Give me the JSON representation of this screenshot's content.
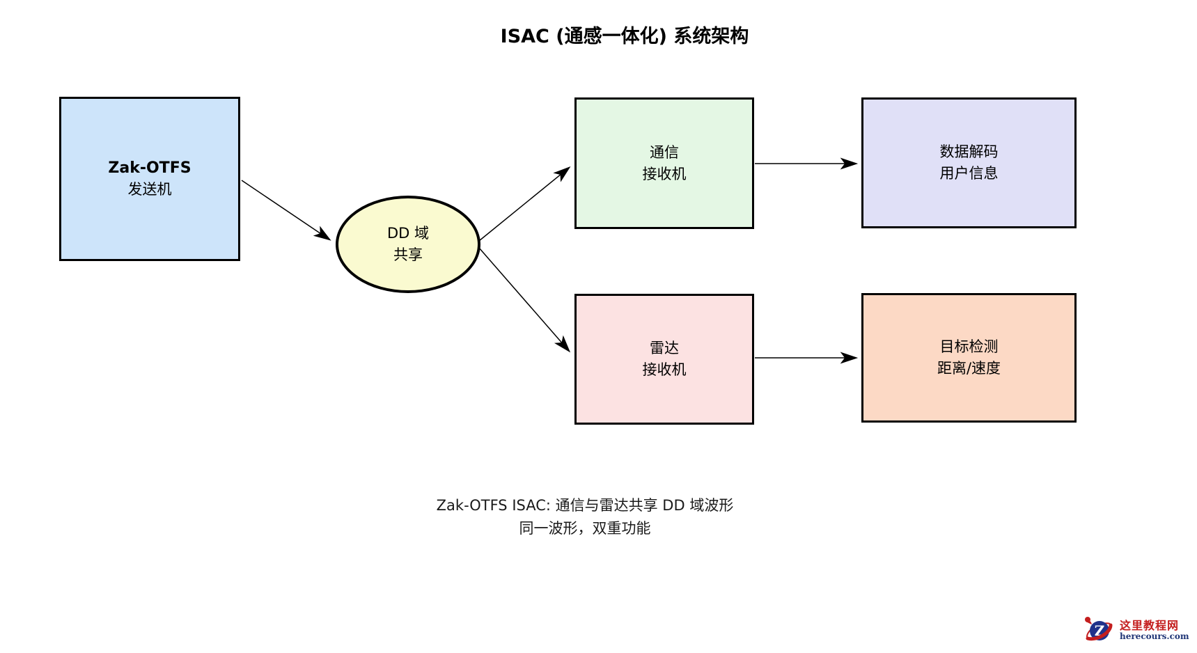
{
  "title": "ISAC (通感一体化) 系统架构",
  "nodes": {
    "transmitter": {
      "line1": "Zak-OTFS",
      "line2": "发送机",
      "fill": "#cde4fa",
      "shape": "rect"
    },
    "dd_domain": {
      "line1": "DD 域",
      "line2": "共享",
      "fill": "#fafad0",
      "shape": "ellipse"
    },
    "comm_receiver": {
      "line1": "通信",
      "line2": "接收机",
      "fill": "#e4f7e4",
      "shape": "rect"
    },
    "data_decode": {
      "line1": "数据解码",
      "line2": "用户信息",
      "fill": "#e0e0f7",
      "shape": "rect"
    },
    "radar_receiver": {
      "line1": "雷达",
      "line2": "接收机",
      "fill": "#fce2e2",
      "shape": "rect"
    },
    "target_detect": {
      "line1": "目标检测",
      "line2": "距离/速度",
      "fill": "#fcd9c5",
      "shape": "rect"
    }
  },
  "edges": [
    {
      "from": "transmitter",
      "to": "dd_domain"
    },
    {
      "from": "dd_domain",
      "to": "comm_receiver"
    },
    {
      "from": "dd_domain",
      "to": "radar_receiver"
    },
    {
      "from": "comm_receiver",
      "to": "data_decode"
    },
    {
      "from": "radar_receiver",
      "to": "target_detect"
    }
  ],
  "caption": {
    "line1": "Zak-OTFS ISAC: 通信与雷达共享 DD 域波形",
    "line2": "同一波形，双重功能"
  },
  "watermark": {
    "logo_letter": "Z",
    "site_name": "这里教程网",
    "site_url": "herecours.com",
    "accent_red": "#c41e1e",
    "accent_navy": "#1f3576",
    "logo_circle_navy": "#20328a"
  }
}
